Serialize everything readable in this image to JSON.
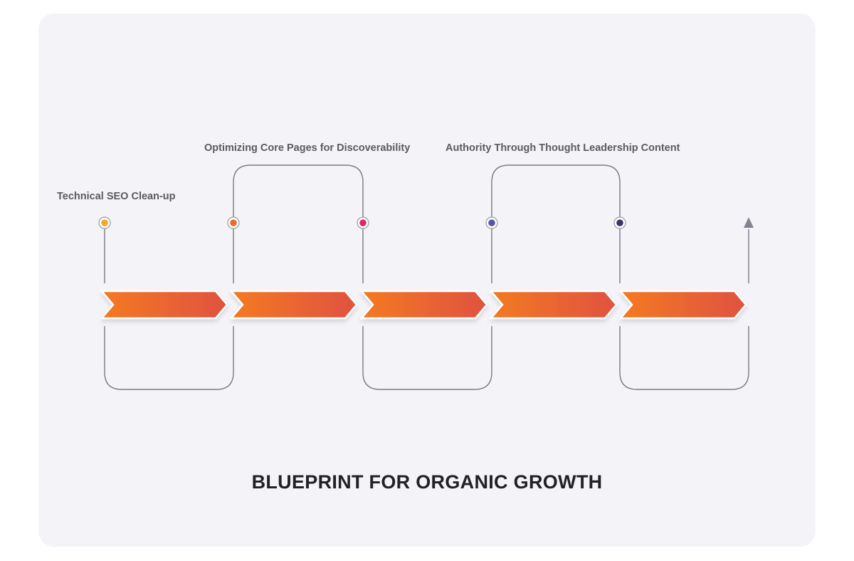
{
  "title": "BLUEPRINT FOR ORGANIC GROWTH",
  "steps": [
    {
      "label": "Technical SEO Clean-up",
      "color": "#f5a623"
    },
    {
      "label": "Optimizing Core Pages for Discoverability",
      "color": "#ee6a2c"
    },
    {
      "label": "Authority Through Thought Leadership Content",
      "color": "#e0266e"
    }
  ],
  "extra_markers": [
    {
      "color": "#5856a4"
    },
    {
      "color": "#3b3170"
    }
  ],
  "arrow_gradient": {
    "start": "#f47a22",
    "end": "#e05240"
  },
  "connector_color": "#7a7a80",
  "end_marker_color": "#84838f"
}
